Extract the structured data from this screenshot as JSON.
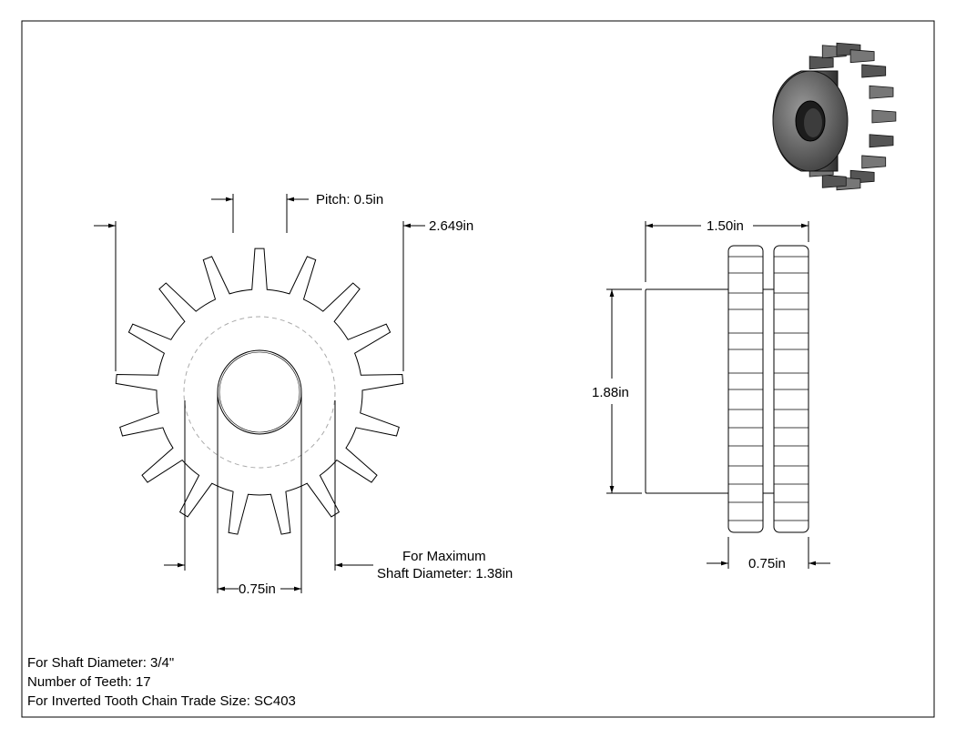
{
  "front_view": {
    "pitch_label": "Pitch: 0.5in",
    "outer_diameter_label": "2.649in",
    "bore_label": "0.75in",
    "max_shaft_line1": "For Maximum",
    "max_shaft_line2": "Shaft Diameter: 1.38in",
    "teeth": 17
  },
  "side_view": {
    "length_label": "1.50in",
    "hub_diameter_label": "1.88in",
    "tooth_width_label": "0.75in"
  },
  "notes": {
    "shaft": "For Shaft Diameter: 3/4\"",
    "teeth": "Number of Teeth: 17",
    "chain": "For Inverted Tooth Chain Trade Size: SC403"
  }
}
